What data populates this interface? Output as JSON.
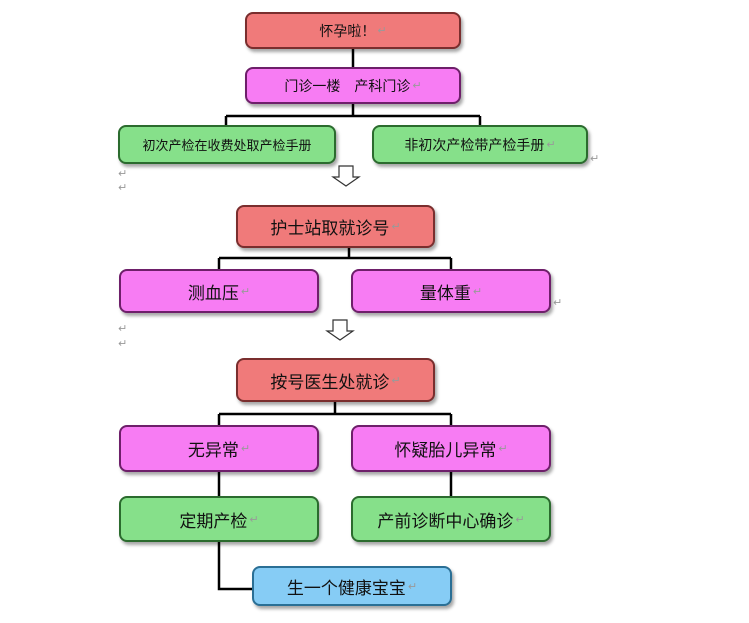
{
  "colors": {
    "red": "#f07a7a",
    "pink": "#f77cf3",
    "green": "#86e08a",
    "blue": "#86ccf5",
    "connector": "#000000"
  },
  "return_mark": "↵",
  "nodes": {
    "pregnant": "怀孕啦！",
    "outpatient": "门诊一楼　产科门诊",
    "first_checkup": "初次产检在收费处取产检手册",
    "repeat_checkup": "非初次产检带产检手册",
    "nurse_station": "护士站取就诊号",
    "blood_pressure": "测血压",
    "weight": "量体重",
    "see_doctor": "按号医生处就诊",
    "normal": "无异常",
    "abnormal": "怀疑胎儿异常",
    "regular_checkup": "定期产检",
    "prenatal_diagnosis": "产前诊断中心确诊",
    "healthy_baby": "生一个健康宝宝"
  }
}
